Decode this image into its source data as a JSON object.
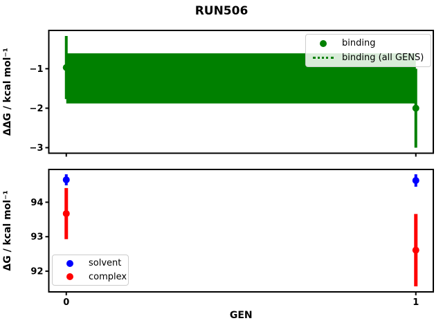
{
  "figure": {
    "title": "RUN506",
    "background": "#ffffff"
  },
  "colors": {
    "binding": "#008000",
    "solvent": "#0000ff",
    "complex": "#ff0000",
    "axes": "#000000"
  },
  "chart_data": [
    {
      "type": "scatter",
      "title": "",
      "xlabel": "",
      "ylabel": "ΔΔG / kcal mol⁻¹",
      "xlim": [
        -0.05,
        1.05
      ],
      "ylim": [
        -3.14,
        -0.03
      ],
      "grid": false,
      "yticks": [
        {
          "value": -1,
          "label": "−1"
        },
        {
          "value": -2,
          "label": "−2"
        },
        {
          "value": -3,
          "label": "−3"
        }
      ],
      "xticks": [
        {
          "value": 0,
          "label": ""
        },
        {
          "value": 1,
          "label": ""
        }
      ],
      "series": [
        {
          "name": "binding",
          "kind": "errorbar-scatter",
          "color": "#008000",
          "marker": "circle",
          "x": [
            0,
            1
          ],
          "y": [
            -0.97,
            -2.0
          ],
          "yerr": [
            0.8,
            1.0
          ],
          "lw": 4
        },
        {
          "name": "binding (all GENS)",
          "kind": "hband",
          "color": "#008000",
          "linestyle": "dotted",
          "x": [
            0,
            1
          ],
          "center": -1.25,
          "hi": -0.61,
          "lo": -1.88
        }
      ],
      "legend": {
        "position": "upper right",
        "entries": [
          {
            "label": "binding",
            "marker": "circle",
            "color": "#008000"
          },
          {
            "label": "binding (all GENS)",
            "marker": "dotted-line",
            "color": "#008000"
          }
        ]
      }
    },
    {
      "type": "scatter",
      "title": "",
      "xlabel": "GEN",
      "ylabel": "ΔG / kcal mol⁻¹",
      "xlim": [
        -0.05,
        1.05
      ],
      "ylim": [
        91.4,
        94.95
      ],
      "grid": false,
      "yticks": [
        {
          "value": 94,
          "label": "94"
        },
        {
          "value": 93,
          "label": "93"
        },
        {
          "value": 92,
          "label": "92"
        }
      ],
      "xticks": [
        {
          "value": 0,
          "label": "0"
        },
        {
          "value": 1,
          "label": "1"
        }
      ],
      "series": [
        {
          "name": "solvent",
          "kind": "errorbar-scatter",
          "color": "#0000ff",
          "marker": "circle",
          "x": [
            0,
            1
          ],
          "y": [
            94.65,
            94.63
          ],
          "yerr": [
            0.16,
            0.18
          ],
          "lw": 4
        },
        {
          "name": "complex",
          "kind": "errorbar-scatter",
          "color": "#ff0000",
          "marker": "circle",
          "x": [
            0,
            1
          ],
          "y": [
            93.67,
            92.61
          ],
          "yerr": [
            0.74,
            1.05
          ],
          "lw": 5
        }
      ],
      "legend": {
        "position": "lower left",
        "entries": [
          {
            "label": "solvent",
            "marker": "circle",
            "color": "#0000ff"
          },
          {
            "label": "complex",
            "marker": "circle",
            "color": "#ff0000"
          }
        ]
      }
    }
  ]
}
